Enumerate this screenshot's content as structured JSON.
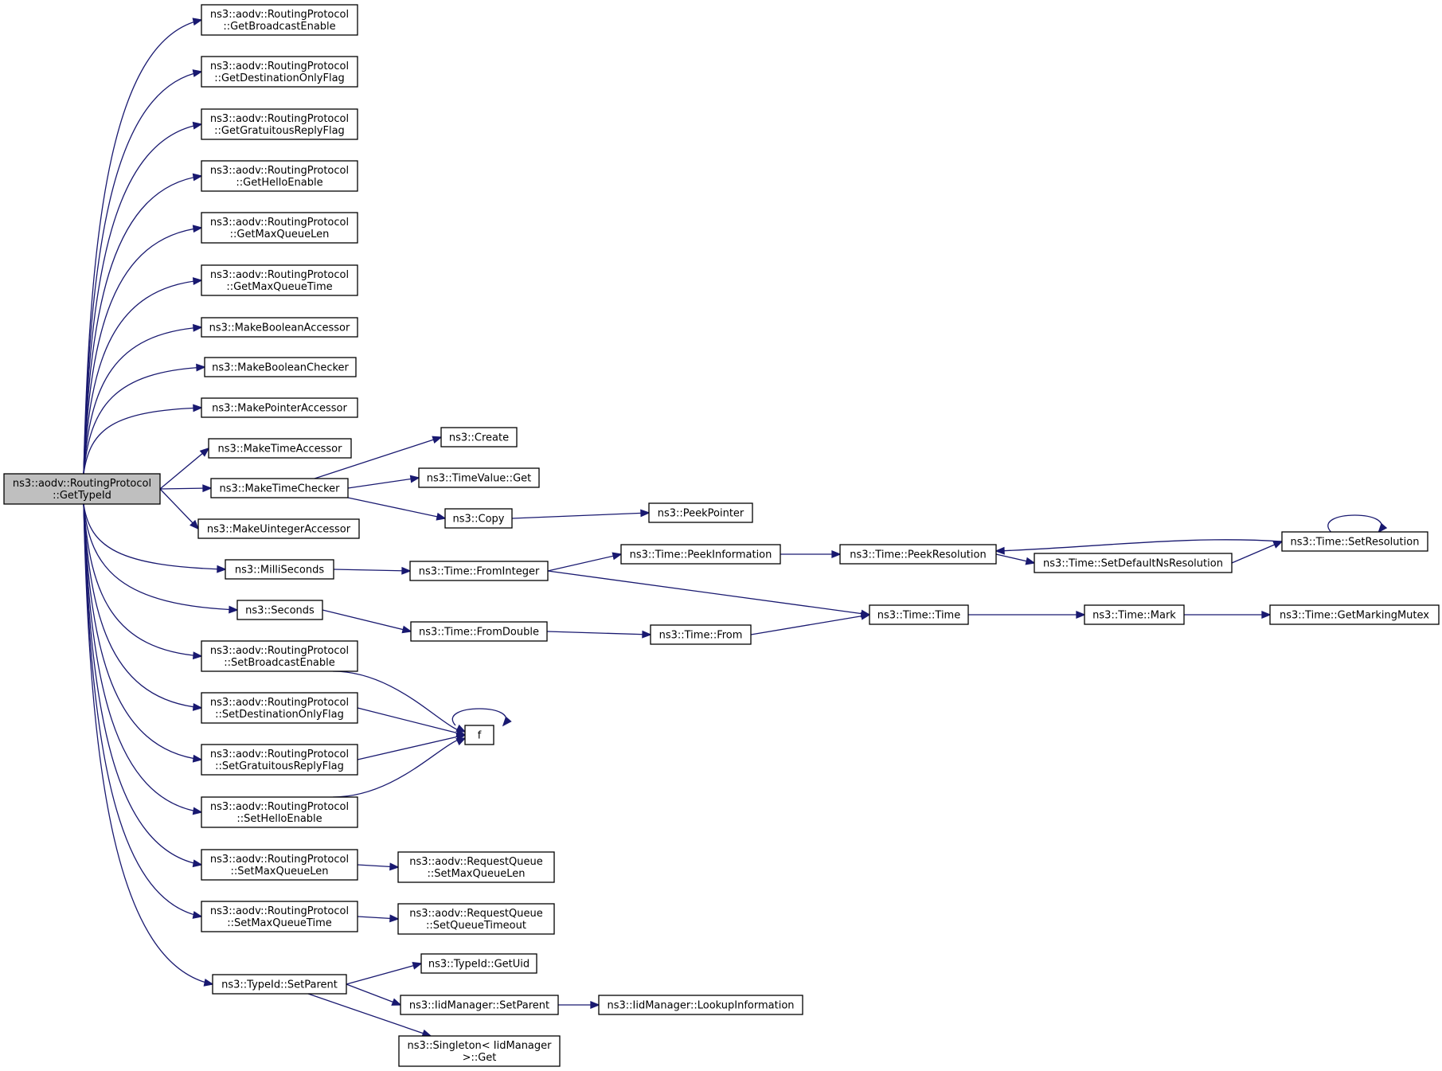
{
  "graph": {
    "root_label": [
      "ns3::aodv::RoutingProtocol",
      "::GetTypeId"
    ],
    "nodes": {
      "root": [
        "ns3::aodv::RoutingProtocol",
        "::GetTypeId"
      ],
      "getBroadcastEnable": [
        "ns3::aodv::RoutingProtocol",
        "::GetBroadcastEnable"
      ],
      "getDestinationOnlyFlag": [
        "ns3::aodv::RoutingProtocol",
        "::GetDestinationOnlyFlag"
      ],
      "getGratuitousReplyFlag": [
        "ns3::aodv::RoutingProtocol",
        "::GetGratuitousReplyFlag"
      ],
      "getHelloEnable": [
        "ns3::aodv::RoutingProtocol",
        "::GetHelloEnable"
      ],
      "getMaxQueueLen": [
        "ns3::aodv::RoutingProtocol",
        "::GetMaxQueueLen"
      ],
      "getMaxQueueTime": [
        "ns3::aodv::RoutingProtocol",
        "::GetMaxQueueTime"
      ],
      "makeBooleanAccessor": [
        "ns3::MakeBooleanAccessor"
      ],
      "makeBooleanChecker": [
        "ns3::MakeBooleanChecker"
      ],
      "makePointerAccessor": [
        "ns3::MakePointerAccessor"
      ],
      "makeTimeAccessor": [
        "ns3::MakeTimeAccessor"
      ],
      "makeTimeChecker": [
        "ns3::MakeTimeChecker"
      ],
      "makeUintegerAccessor": [
        "ns3::MakeUintegerAccessor"
      ],
      "milliSeconds": [
        "ns3::MilliSeconds"
      ],
      "seconds": [
        "ns3::Seconds"
      ],
      "setBroadcastEnable": [
        "ns3::aodv::RoutingProtocol",
        "::SetBroadcastEnable"
      ],
      "setDestinationOnlyFlag": [
        "ns3::aodv::RoutingProtocol",
        "::SetDestinationOnlyFlag"
      ],
      "setGratuitousReplyFlag": [
        "ns3::aodv::RoutingProtocol",
        "::SetGratuitousReplyFlag"
      ],
      "setHelloEnable": [
        "ns3::aodv::RoutingProtocol",
        "::SetHelloEnable"
      ],
      "setMaxQueueLen": [
        "ns3::aodv::RoutingProtocol",
        "::SetMaxQueueLen"
      ],
      "setMaxQueueTime": [
        "ns3::aodv::RoutingProtocol",
        "::SetMaxQueueTime"
      ],
      "typeIdSetParent": [
        "ns3::TypeId::SetParent"
      ],
      "create": [
        "ns3::Create"
      ],
      "timeValueGet": [
        "ns3::TimeValue::Get"
      ],
      "copy": [
        "ns3::Copy"
      ],
      "peekPointer": [
        "ns3::PeekPointer"
      ],
      "timeFromInteger": [
        "ns3::Time::FromInteger"
      ],
      "timeFromDouble": [
        "ns3::Time::FromDouble"
      ],
      "f": [
        "f"
      ],
      "rqSetMaxQueueLen": [
        "ns3::aodv::RequestQueue",
        "::SetMaxQueueLen"
      ],
      "rqSetQueueTimeout": [
        "ns3::aodv::RequestQueue",
        "::SetQueueTimeout"
      ],
      "typeIdGetUid": [
        "ns3::TypeId::GetUid"
      ],
      "iidSetParent": [
        "ns3::IidManager::SetParent"
      ],
      "singletonGet": [
        "ns3::Singleton< IidManager",
        ">::Get"
      ],
      "timePeekInformation": [
        "ns3::Time::PeekInformation"
      ],
      "timeFrom": [
        "ns3::Time::From"
      ],
      "iidLookupInformation": [
        "ns3::IidManager::LookupInformation"
      ],
      "timePeekResolution": [
        "ns3::Time::PeekResolution"
      ],
      "timeTime": [
        "ns3::Time::Time"
      ],
      "timeSetDefaultNsResolution": [
        "ns3::Time::SetDefaultNsResolution"
      ],
      "timeMark": [
        "ns3::Time::Mark"
      ],
      "timeSetResolution": [
        "ns3::Time::SetResolution"
      ],
      "timeGetMarkingMutex": [
        "ns3::Time::GetMarkingMutex"
      ]
    },
    "edges": [
      [
        "root",
        "getBroadcastEnable"
      ],
      [
        "root",
        "getDestinationOnlyFlag"
      ],
      [
        "root",
        "getGratuitousReplyFlag"
      ],
      [
        "root",
        "getHelloEnable"
      ],
      [
        "root",
        "getMaxQueueLen"
      ],
      [
        "root",
        "getMaxQueueTime"
      ],
      [
        "root",
        "makeBooleanAccessor"
      ],
      [
        "root",
        "makeBooleanChecker"
      ],
      [
        "root",
        "makePointerAccessor"
      ],
      [
        "root",
        "makeTimeAccessor"
      ],
      [
        "root",
        "makeTimeChecker"
      ],
      [
        "root",
        "makeUintegerAccessor"
      ],
      [
        "root",
        "milliSeconds"
      ],
      [
        "root",
        "seconds"
      ],
      [
        "root",
        "setBroadcastEnable"
      ],
      [
        "root",
        "setDestinationOnlyFlag"
      ],
      [
        "root",
        "setGratuitousReplyFlag"
      ],
      [
        "root",
        "setHelloEnable"
      ],
      [
        "root",
        "setMaxQueueLen"
      ],
      [
        "root",
        "setMaxQueueTime"
      ],
      [
        "root",
        "typeIdSetParent"
      ],
      [
        "makeTimeChecker",
        "create"
      ],
      [
        "makeTimeChecker",
        "timeValueGet"
      ],
      [
        "makeTimeChecker",
        "copy"
      ],
      [
        "copy",
        "peekPointer"
      ],
      [
        "milliSeconds",
        "timeFromInteger"
      ],
      [
        "seconds",
        "timeFromDouble"
      ],
      [
        "setBroadcastEnable",
        "f"
      ],
      [
        "setDestinationOnlyFlag",
        "f"
      ],
      [
        "setGratuitousReplyFlag",
        "f"
      ],
      [
        "setHelloEnable",
        "f"
      ],
      [
        "f",
        "f"
      ],
      [
        "setMaxQueueLen",
        "rqSetMaxQueueLen"
      ],
      [
        "setMaxQueueTime",
        "rqSetQueueTimeout"
      ],
      [
        "typeIdSetParent",
        "typeIdGetUid"
      ],
      [
        "typeIdSetParent",
        "iidSetParent"
      ],
      [
        "typeIdSetParent",
        "singletonGet"
      ],
      [
        "iidSetParent",
        "iidLookupInformation"
      ],
      [
        "timeFromInteger",
        "timePeekInformation"
      ],
      [
        "timeFromInteger",
        "timeTime"
      ],
      [
        "timeFromDouble",
        "timeFrom"
      ],
      [
        "timeFrom",
        "timeTime"
      ],
      [
        "timePeekInformation",
        "timePeekResolution"
      ],
      [
        "timePeekResolution",
        "timeSetDefaultNsResolution"
      ],
      [
        "timeSetDefaultNsResolution",
        "timeSetResolution"
      ],
      [
        "timeSetResolution",
        "timePeekResolution"
      ],
      [
        "timeSetResolution",
        "timeSetResolution"
      ],
      [
        "timeTime",
        "timeMark"
      ],
      [
        "timeMark",
        "timeGetMarkingMutex"
      ]
    ]
  },
  "colors": {
    "edge": "#191970",
    "root_fill": "#bfbfbf",
    "node_fill": "#ffffff",
    "node_border": "#000000"
  }
}
